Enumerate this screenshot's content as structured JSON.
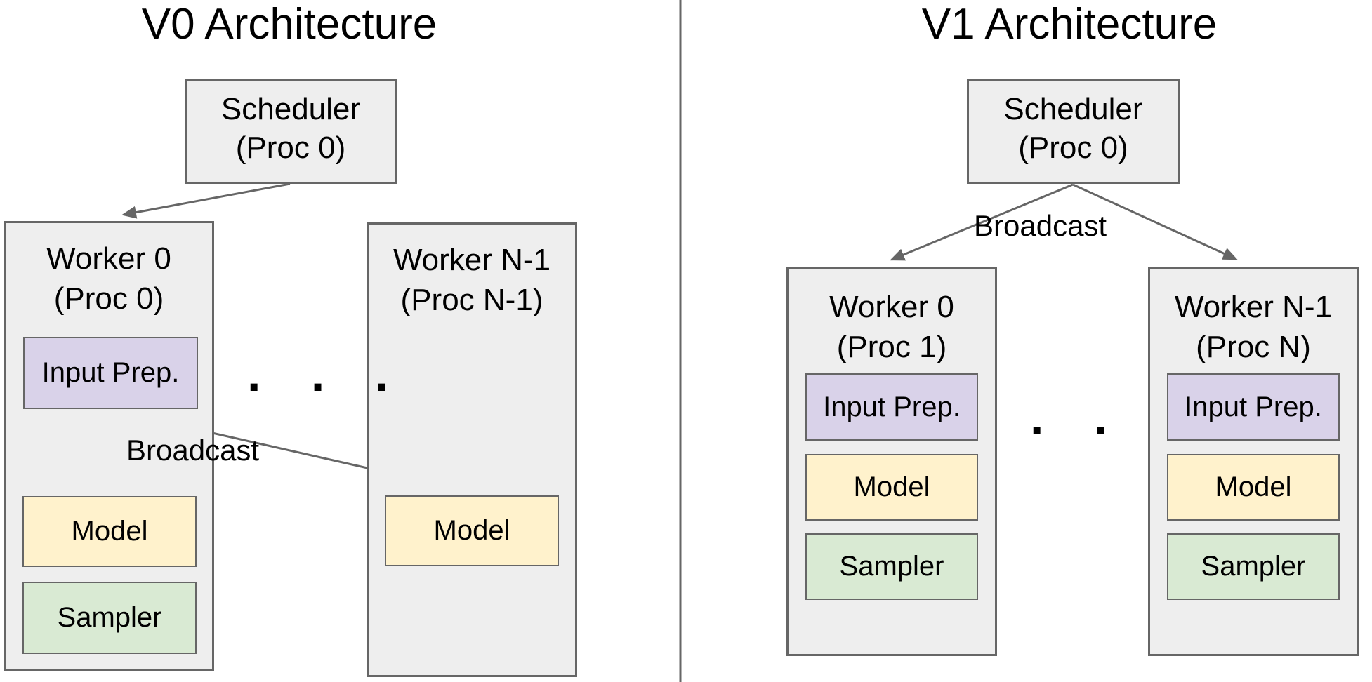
{
  "diagram": {
    "divider_color": "#666666",
    "colors": {
      "container_fill": "#eeeeee",
      "container_border": "#666666",
      "input_prep_fill": "#d9d2e9",
      "model_fill": "#fff2cc",
      "sampler_fill": "#d9ead3",
      "arrow": "#666666",
      "text": "#000000"
    },
    "v0": {
      "title": "V0 Architecture",
      "scheduler": {
        "label": "Scheduler",
        "proc": "(Proc 0)"
      },
      "worker0": {
        "label": "Worker 0",
        "proc": "(Proc 0)",
        "input_prep": "Input Prep.",
        "model": "Model",
        "sampler": "Sampler"
      },
      "workerN": {
        "label": "Worker N-1",
        "proc": "(Proc N-1)",
        "model": "Model"
      },
      "broadcast": "Broadcast",
      "ellipsis": ". . ."
    },
    "v1": {
      "title": "V1 Architecture",
      "scheduler": {
        "label": "Scheduler",
        "proc": "(Proc 0)"
      },
      "broadcast": "Broadcast",
      "worker0": {
        "label": "Worker 0",
        "proc": "(Proc 1)",
        "input_prep": "Input Prep.",
        "model": "Model",
        "sampler": "Sampler"
      },
      "workerN": {
        "label": "Worker N-1",
        "proc": "(Proc N)",
        "input_prep": "Input Prep.",
        "model": "Model",
        "sampler": "Sampler"
      },
      "ellipsis": ". . ."
    }
  }
}
